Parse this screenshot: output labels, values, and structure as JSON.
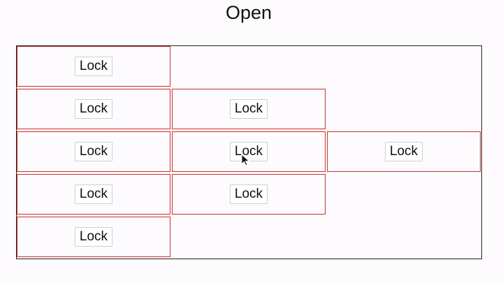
{
  "title": "Open",
  "cells": {
    "r0c0": "Lock",
    "r1c0": "Lock",
    "r1c1": "Lock",
    "r2c0": "Lock",
    "r2c1": "Lock",
    "r2c2": "Lock",
    "r3c0": "Lock",
    "r3c1": "Lock",
    "r4c0": "Lock"
  },
  "colors": {
    "cell_border": "#c9302c",
    "grid_border": "#222222",
    "background": "#fdfbfe"
  },
  "icons": {
    "cursor": "mouse-pointer-icon"
  }
}
